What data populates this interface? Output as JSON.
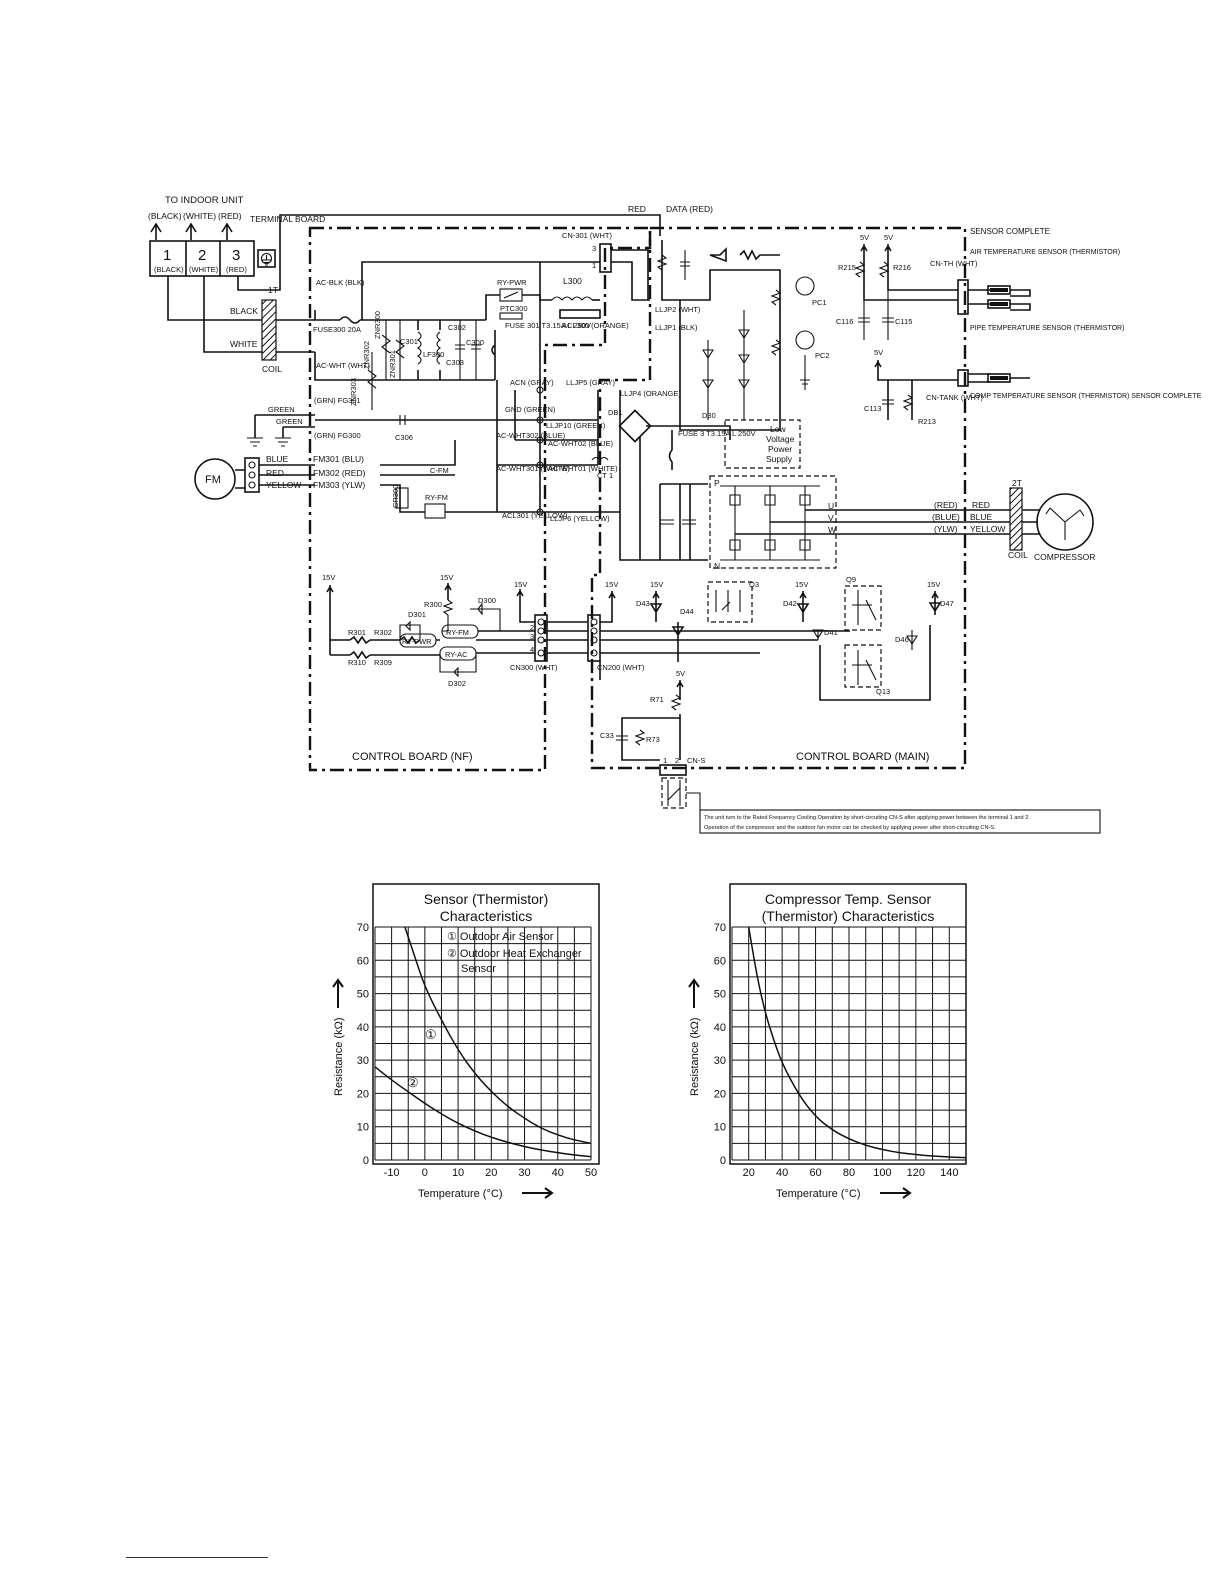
{
  "schematic": {
    "to_indoor_unit": "TO INDOOR UNIT",
    "indoor_wire_colors": [
      "(BLACK)",
      "(WHITE)",
      "(RED)"
    ],
    "terminal_board": "TERMINAL BOARD",
    "terminals": [
      {
        "num": "1",
        "color": "(BLACK)"
      },
      {
        "num": "2",
        "color": "(WHITE)"
      },
      {
        "num": "3",
        "color": "(RED)"
      }
    ],
    "coil_1t": "1T",
    "coil_label": "COIL",
    "wire_black": "BLACK",
    "wire_white": "WHITE",
    "wire_green": "GREEN",
    "wire_red": "RED",
    "data_red": "DATA (RED)",
    "cn301": "CN-301 (WHT)",
    "ac_blk": "AC-BLK (BLK)",
    "ac_wht": "AC-WHT (WHT)",
    "fuse300": "FUSE300 20A",
    "fuse301": "FUSE 301 T3.15A L 250V",
    "ry_pwr": "RY-PWR",
    "ptc300": "PTC300",
    "l300": "L300",
    "acl300": "ACL300 (ORANGE)",
    "lljp2": "LLJP2 (WHT)",
    "lljp1": "LLJP1 (BLK)",
    "lljp4": "LLJP4 (ORANGE)",
    "lljp5": "LLJP5 (GRAY)",
    "lljp10": "LLJP10 (GREEN)",
    "lljp6": "LLJP6 (YELLOW)",
    "acn": "ACN (GRAY)",
    "gnd": "GND (GREEN)",
    "ac_wht302": "AC-WHT302 (BLUE)",
    "ac_wht02": "AC-WHT02 (BLUE)",
    "ac_wht301": "AC-WHT301 (WHITE)",
    "ac_wht01": "AC-WHT01 (WHITE)",
    "acl301": "ACL301 (YELLOW)",
    "ct1": "CT 1",
    "db1": "DB1",
    "d30": "D30",
    "fuse3": "FUSE 3 T3.15A L 250V",
    "low_voltage": [
      "Low",
      "Voltage",
      "Power",
      "Supply"
    ],
    "znr": [
      "ZNR300",
      "ZNR301",
      "ZNR302",
      "ZNR303"
    ],
    "c_labels": [
      "C301",
      "C302",
      "C303",
      "C300",
      "C306",
      "C116",
      "C115",
      "C113",
      "C33"
    ],
    "lf300": "LF300",
    "fg301": "(GRN) FG301",
    "fg300": "(GRN) FG300",
    "fm": "FM",
    "fm_wires": [
      "BLUE",
      "RED",
      "YELLOW"
    ],
    "fm_connectors": [
      "FM301 (BLU)",
      "FM302 (RED)",
      "FM303 (YLW)"
    ],
    "c_fm": "C-FM",
    "cr300": "CR300",
    "ry_fm": "RY-FM",
    "sensor_complete": "SENSOR COMPLETE",
    "air_temp_sensor": "AIR TEMPERATURE SENSOR (THERMISTOR)",
    "pipe_temp_sensor": "PIPE TEMPERATURE SENSOR (THERMISTOR)",
    "comp_temp_sensor": "COMP TEMPERATURE SENSOR (THERMISTOR) SENSOR COMPLETE",
    "cn_th": "CN-TH (WHT)",
    "cn_tank": "CN-TANK (WHT)",
    "r_labels": [
      "R215",
      "R216",
      "R213",
      "R300",
      "R301",
      "R302",
      "R310",
      "R309",
      "R71",
      "R73"
    ],
    "v5": "5V",
    "v15": "15V",
    "pc1": "PC1",
    "pc2": "PC2",
    "ipm_pins": [
      "P",
      "U",
      "V",
      "W",
      "N"
    ],
    "comp_wires": [
      "(RED)",
      "(BLUE)",
      "(YLW)"
    ],
    "comp_colors": [
      "RED",
      "BLUE",
      "YELLOW"
    ],
    "coil_2t": "2T",
    "compressor": "COMPRESSOR",
    "d_labels": [
      "D300",
      "D301",
      "D302",
      "D43",
      "D44",
      "D42",
      "D41",
      "D46",
      "D47"
    ],
    "q_labels": [
      "Q3",
      "Q9",
      "Q13"
    ],
    "ry_pwr2": "RY-PWR",
    "ry_fm2": "RY-FM",
    "ry_ac": "RY-AC",
    "cn300": "CN300 (WHT)",
    "cn200": "CN200 (WHT)",
    "cn_s": "CN-S",
    "board_nf": "CONTROL BOARD (NF)",
    "board_main": "CONTROL BOARD (MAIN)",
    "notes": [
      "The unit turn to the Rated Frequency Cooling Operation by short-circuiting CN-S after applying power between the terminal 1 and 2.",
      "Operation of the compressor and the outdoor fan motor can be checked by applying power after short-circuiting CN-S."
    ]
  },
  "chart_data": [
    {
      "type": "line",
      "title": "Sensor (Thermistor) Characteristics",
      "xlabel": "Temperature (°C)",
      "ylabel": "Resistance (kΩ)",
      "xlim": [
        -15,
        50
      ],
      "ylim": [
        0,
        70
      ],
      "xticks": [
        "-10",
        "0",
        "10",
        "20",
        "30",
        "40",
        "50"
      ],
      "yticks": [
        "0",
        "10",
        "20",
        "30",
        "40",
        "50",
        "60",
        "70"
      ],
      "legend": [
        "① Outdoor Air Sensor",
        "② Outdoor Heat Exchanger",
        "Sensor"
      ],
      "series": [
        {
          "name": "①",
          "x": [
            -6,
            -3,
            0,
            5,
            10,
            15,
            20,
            25,
            30,
            35,
            40,
            45,
            50
          ],
          "y": [
            70,
            61,
            52,
            42,
            33,
            26,
            20.5,
            16,
            12.5,
            9.5,
            7.5,
            6,
            5
          ]
        },
        {
          "name": "②",
          "x": [
            -15,
            -10,
            -5,
            0,
            5,
            10,
            15,
            20,
            25,
            30,
            35,
            40,
            45,
            50
          ],
          "y": [
            28,
            24,
            20.5,
            17,
            13.8,
            11,
            8.7,
            6.8,
            5.3,
            4,
            3,
            2.2,
            1.5,
            1
          ]
        }
      ],
      "grid": true
    },
    {
      "type": "line",
      "title": "Compressor Temp. Sensor (Thermistor) Characteristics",
      "xlabel": "Temperature (°C)",
      "ylabel": "Resistance (kΩ)",
      "xlim": [
        10,
        150
      ],
      "ylim": [
        0,
        70
      ],
      "xticks": [
        "20",
        "40",
        "60",
        "80",
        "100",
        "120",
        "140"
      ],
      "yticks": [
        "0",
        "10",
        "20",
        "30",
        "40",
        "50",
        "60",
        "70"
      ],
      "series": [
        {
          "x": [
            20,
            25,
            30,
            35,
            40,
            50,
            60,
            70,
            80,
            90,
            100,
            110,
            120,
            130,
            140,
            150
          ],
          "y": [
            70,
            55,
            44,
            36,
            29,
            19.5,
            13,
            9,
            6.3,
            4.4,
            3.1,
            2.2,
            1.6,
            1.2,
            0.9,
            0.7
          ]
        }
      ],
      "grid": true
    }
  ]
}
